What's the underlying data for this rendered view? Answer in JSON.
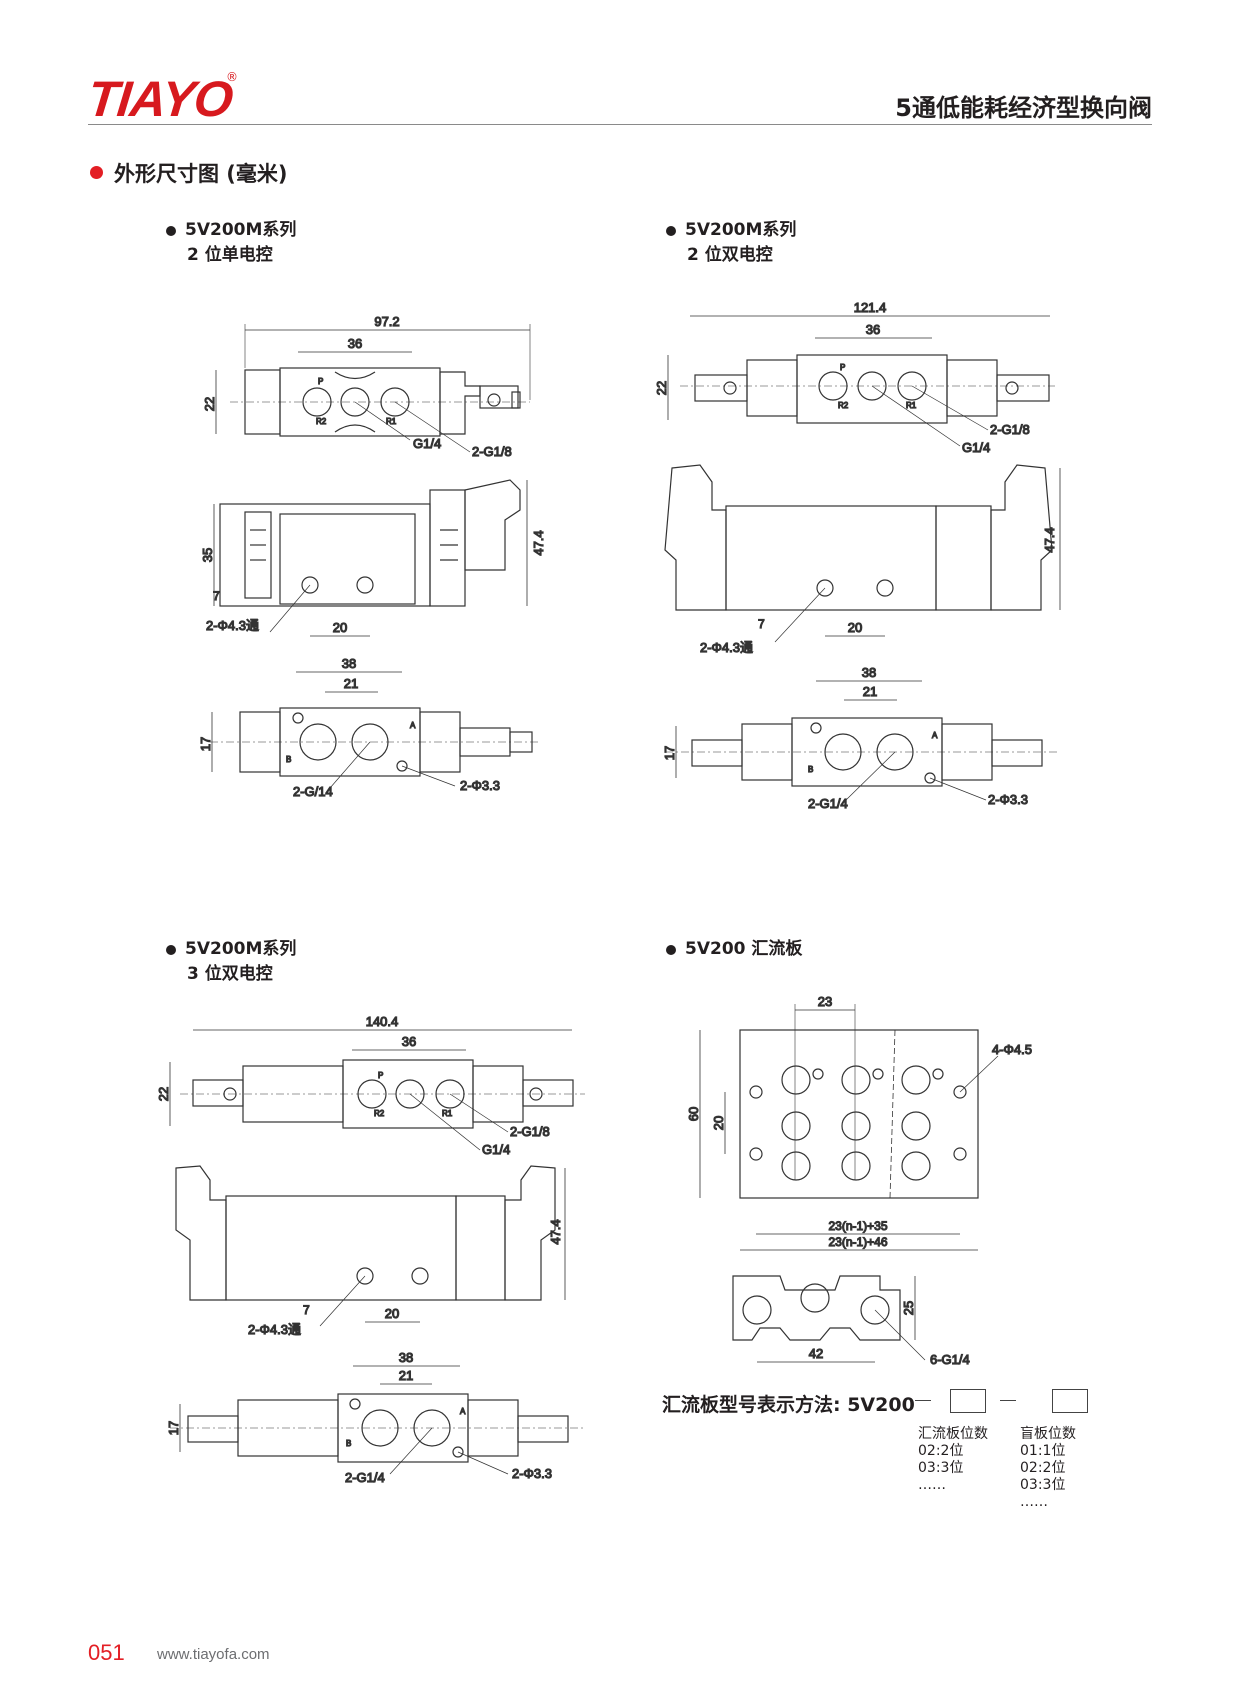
{
  "brand": {
    "logo": "TIAYO",
    "registered": "®",
    "color": "#d7191e"
  },
  "header": {
    "title": "5通低能耗经济型换向阀"
  },
  "section": {
    "title": "外形尺寸图 (毫米)",
    "dot_color": "#e31e24"
  },
  "blocks": {
    "b1": {
      "title": "5V200M系列",
      "subtitle": "2 位单电控"
    },
    "b2": {
      "title": "5V200M系列",
      "subtitle": "2 位双电控"
    },
    "b3": {
      "title": "5V200M系列",
      "subtitle": "3 位双电控"
    },
    "b4": {
      "title": "5V200 汇流板"
    }
  },
  "dims": {
    "d1": {
      "overall": "97.2",
      "ports_span": "36",
      "height": "22",
      "port_main": "G1/4",
      "port_exh": "2-G1/8",
      "body_h": "35",
      "total_h": "47.4",
      "offset": "7",
      "hole_pitch": "20",
      "holes": "2-Φ4.3通",
      "b_outer": "38",
      "b_inner": "21",
      "b_h": "17",
      "b_ports": "2-G/14",
      "b_holes": "2-Φ3.3"
    },
    "d2": {
      "overall": "121.4",
      "ports_span": "36",
      "height": "22",
      "port_exh": "2-G1/8",
      "port_main": "G1/4",
      "total_h": "47.4",
      "offset": "7",
      "hole_pitch": "20",
      "holes": "2-Φ4.3通",
      "b_outer": "38",
      "b_inner": "21",
      "b_h": "17",
      "b_ports": "2-G1/4",
      "b_holes": "2-Φ3.3"
    },
    "d3": {
      "overall": "140.4",
      "ports_span": "36",
      "height": "22",
      "port_exh": "2-G1/8",
      "port_main": "G1/4",
      "total_h": "47.4",
      "offset": "7",
      "hole_pitch": "20",
      "holes": "2-Φ4.3通",
      "b_outer": "38",
      "b_inner": "21",
      "b_h": "17",
      "b_ports": "2-G1/4",
      "b_holes": "2-Φ3.3"
    },
    "d4": {
      "pitch": "23",
      "mount": "4-Φ4.5",
      "height": "60",
      "hole_span": "20",
      "len_a": "23(n-1)+35",
      "len_b": "23(n-1)+46",
      "side_h": "25",
      "side_w": "42",
      "side_ports": "6-G1/4"
    }
  },
  "port_labels": {
    "p": "P",
    "r1": "R1",
    "r2": "R2",
    "a": "A",
    "b": "B"
  },
  "notation": {
    "label": "汇流板型号表示方法: 5V200",
    "col1": {
      "title": "汇流板位数",
      "items": [
        "02:2位",
        "03:3位",
        "……"
      ]
    },
    "col2": {
      "title": "盲板位数",
      "items": [
        "01:1位",
        "02:2位",
        "03:3位",
        "……"
      ]
    }
  },
  "footer": {
    "page": "051",
    "url": "www.tiayofa.com"
  }
}
